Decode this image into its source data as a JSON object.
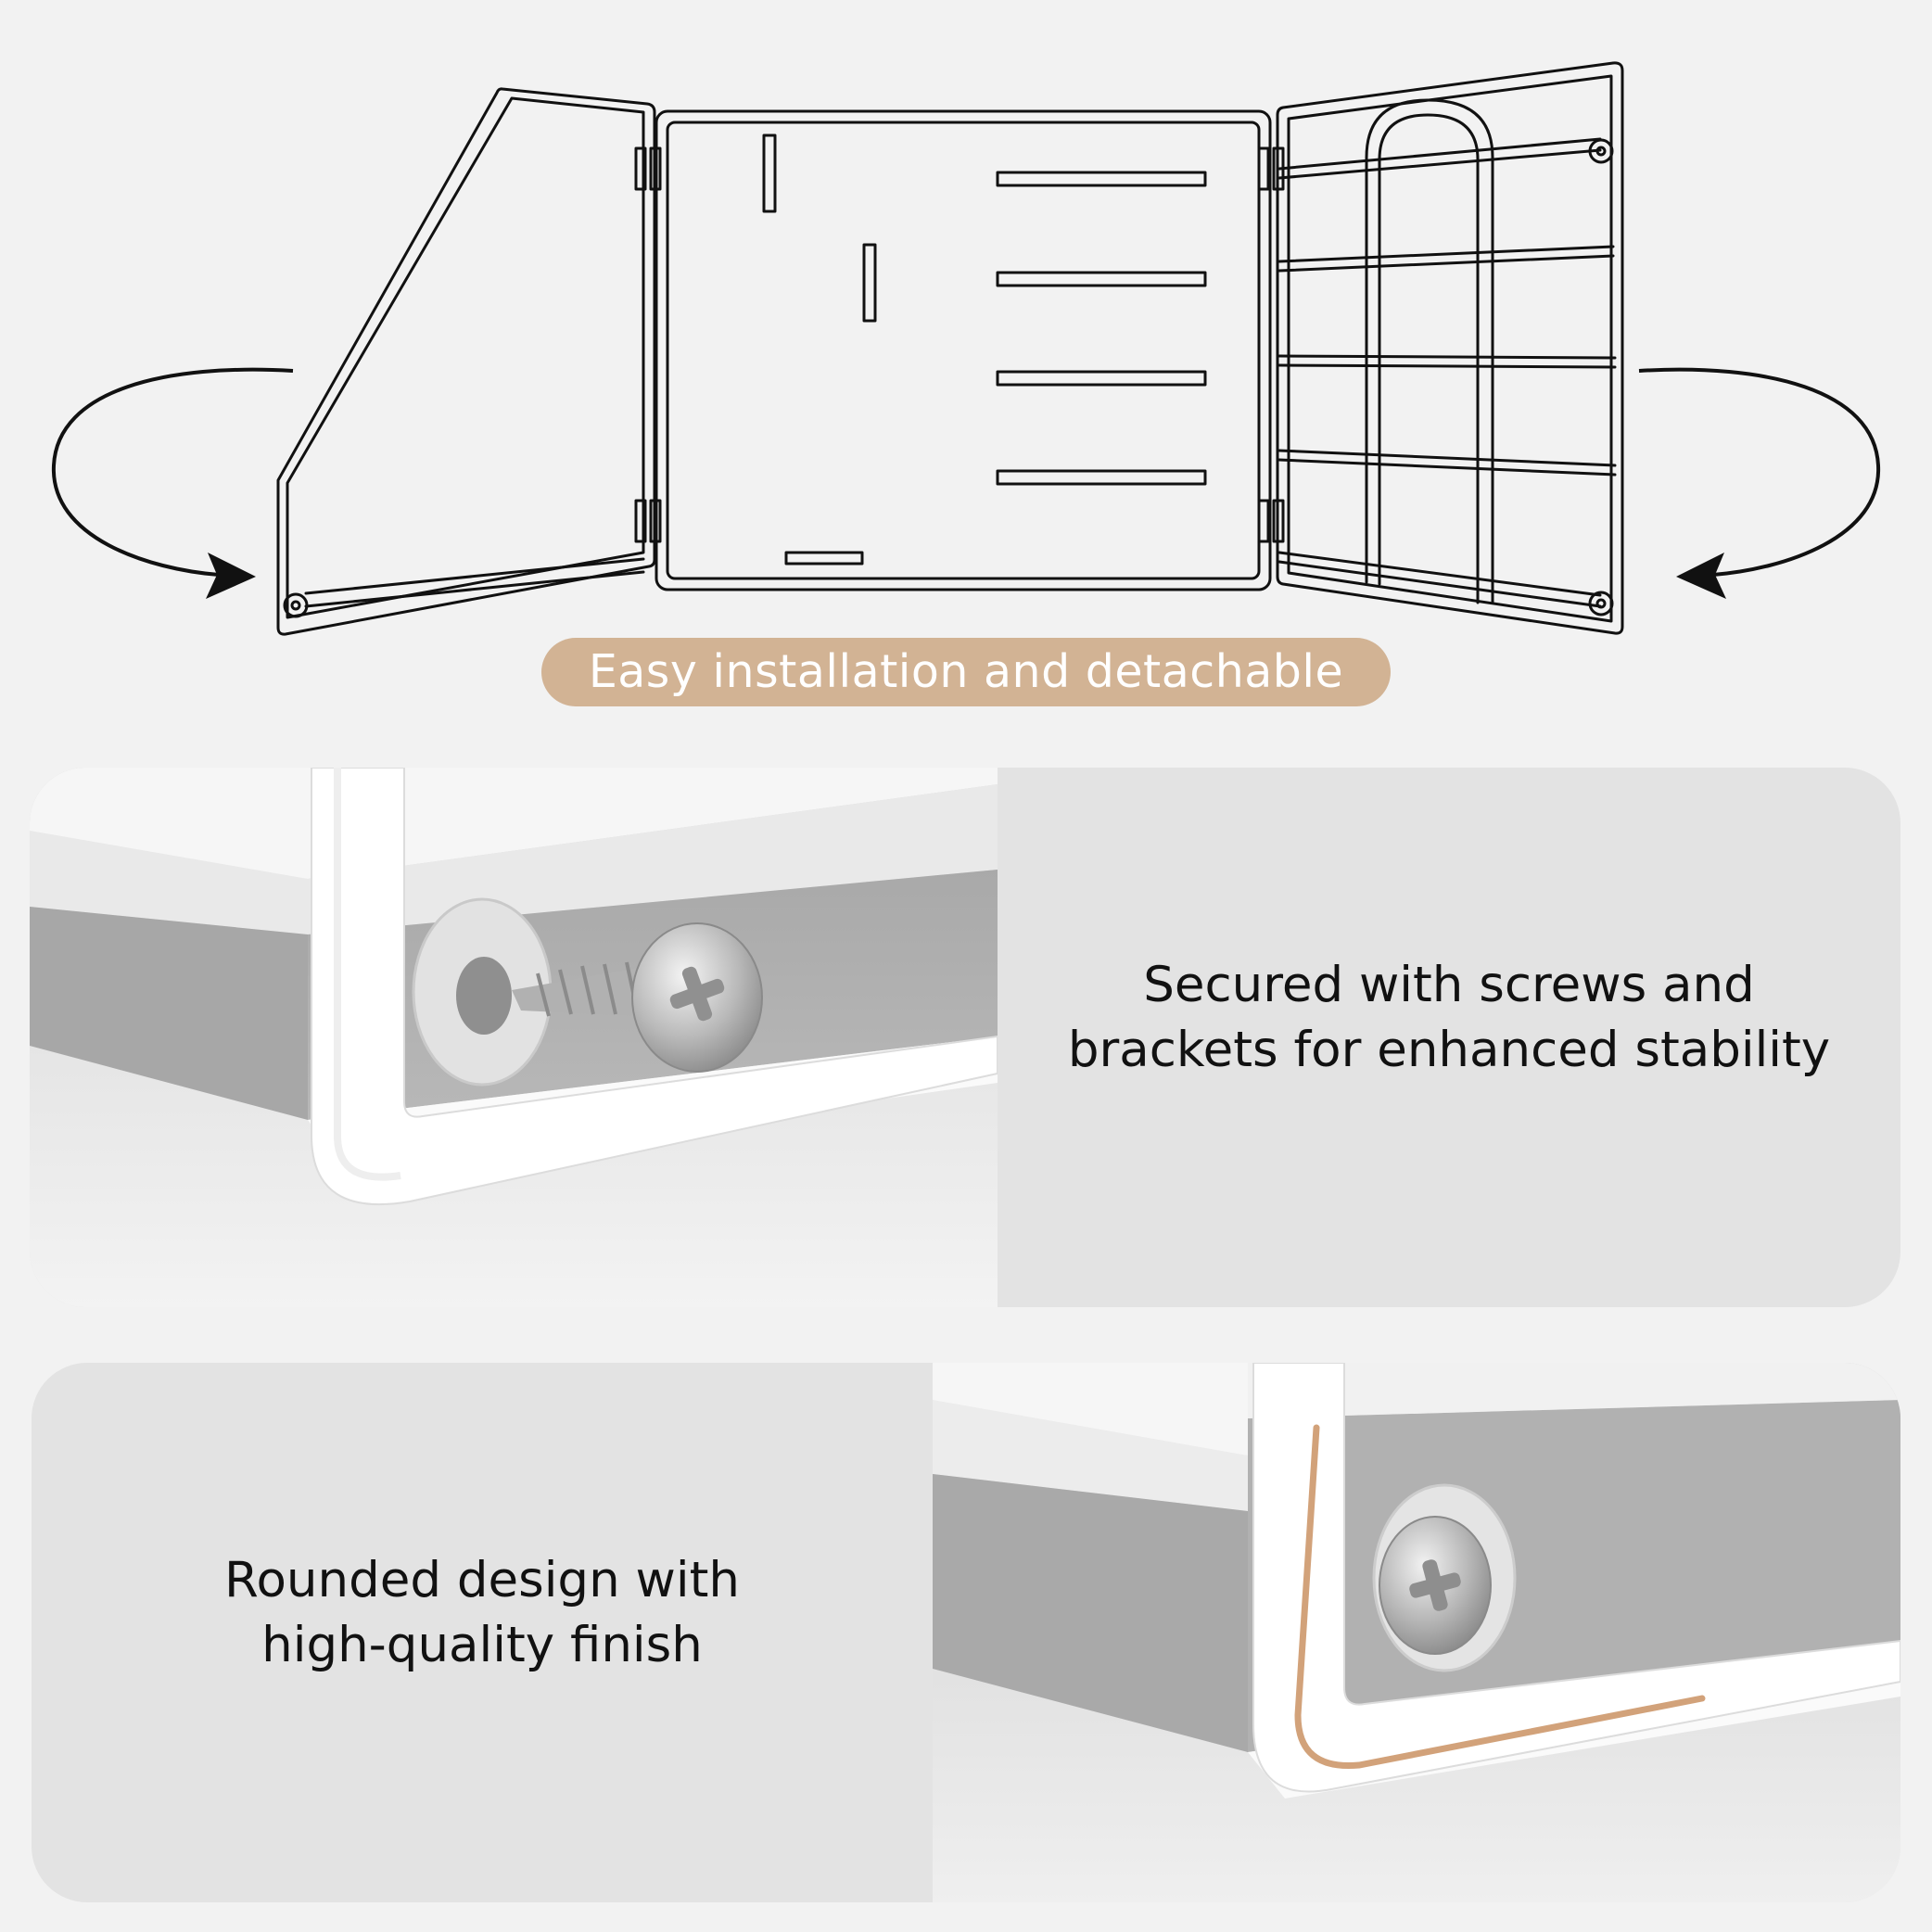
{
  "top_section": {
    "banner_text": "Easy installation and detachable",
    "banner_color": "#d2b394",
    "icons": [
      "rotate-left-arrow-icon",
      "rotate-right-arrow-icon",
      "hinge-icon"
    ]
  },
  "feature_cards": [
    {
      "caption_line1": "Secured with screws and",
      "caption_line2": "brackets for enhanced stability",
      "photo": "screw-and-bracket-closeup"
    },
    {
      "caption_line1": "Rounded design with",
      "caption_line2": "high-quality finish",
      "photo": "rounded-corner-closeup",
      "accent_color": "#d2a27a"
    }
  ]
}
